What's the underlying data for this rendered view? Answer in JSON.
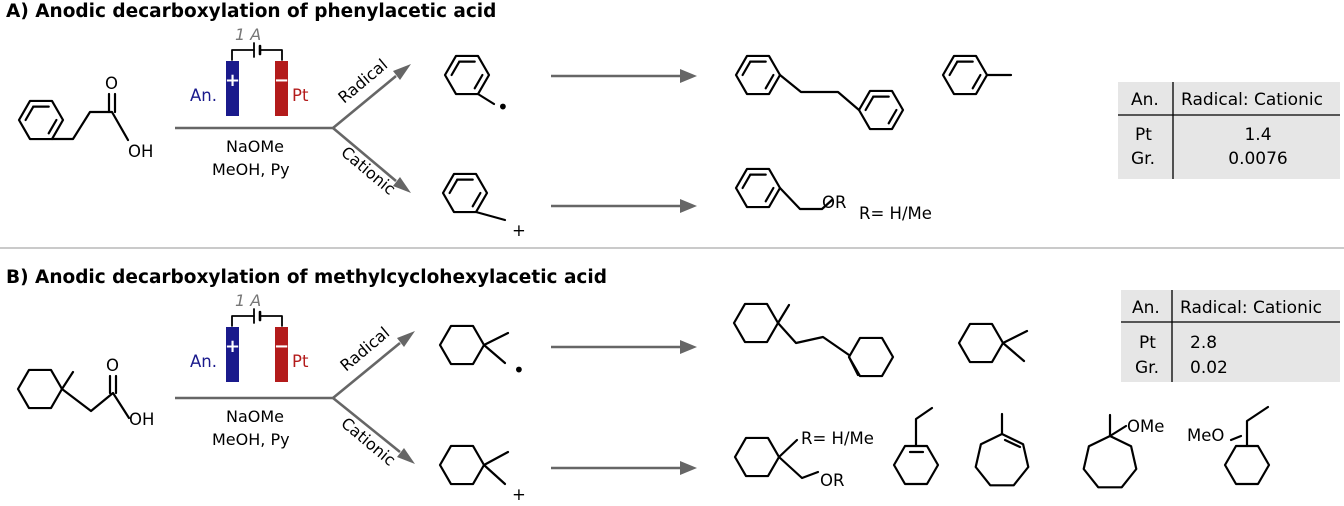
{
  "sections": [
    {
      "title": "A) Anodic decarboxylation of phenylacetic acid",
      "acid_oh": "OH",
      "acid_o": "O",
      "current": "1 A",
      "anode_label": "An.",
      "cathode_label": "Pt",
      "anode_sign": "+",
      "cathode_sign": "−",
      "conditions_1": "NaOMe",
      "conditions_2": "MeOH, Py",
      "radical_label": "Radical",
      "cationic_label": "Cationic",
      "radical_dot": "•",
      "cation_plus": "+",
      "ether_or": "OR",
      "r_group": "R= H/Me",
      "table": {
        "headers": [
          "An.",
          "Radical: Cationic"
        ],
        "rows": [
          {
            "electrode": "Pt",
            "ratio": "1.4"
          },
          {
            "electrode": "Gr.",
            "ratio": "0.0076"
          }
        ]
      }
    },
    {
      "title": "B) Anodic decarboxylation of methylcyclohexylacetic acid",
      "acid_oh": "OH",
      "acid_o": "O",
      "current": "1 A",
      "anode_label": "An.",
      "cathode_label": "Pt",
      "anode_sign": "+",
      "cathode_sign": "−",
      "conditions_1": "NaOMe",
      "conditions_2": "MeOH, Py",
      "radical_label": "Radical",
      "cationic_label": "Cationic",
      "radical_dot": "•",
      "cation_plus": "+",
      "ether_or": "OR",
      "r_group": "R= H/Me",
      "ome_label": "OMe",
      "meo_label": "MeO",
      "table": {
        "headers": [
          "An.",
          "Radical: Cationic"
        ],
        "rows": [
          {
            "electrode": "Pt",
            "ratio": "2.8"
          },
          {
            "electrode": "Gr.",
            "ratio": "0.02"
          }
        ]
      }
    }
  ],
  "colors": {
    "anode": "#1a1a8c",
    "cathode": "#b31b1b",
    "arrow": "#666666",
    "table_bg": "#e6e6e6",
    "divider": "#aaaaaa"
  }
}
